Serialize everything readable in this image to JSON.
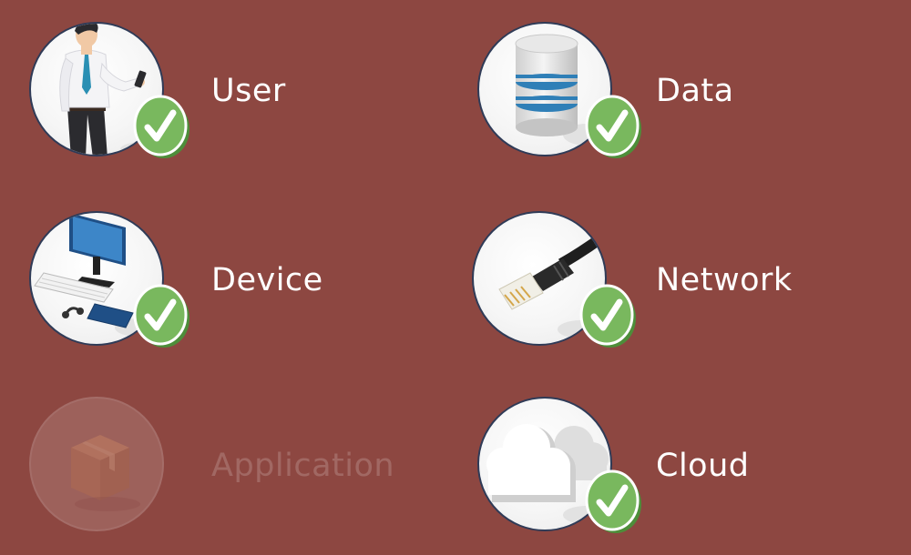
{
  "theme": {
    "background": "#8d4741",
    "label_color": "#ffffff",
    "check_green": "#79b85e",
    "circle_border": "#2f3b57"
  },
  "items": [
    {
      "label": "User",
      "icon": "businessman-icon",
      "status": "checked"
    },
    {
      "label": "Data",
      "icon": "database-icon",
      "status": "checked"
    },
    {
      "label": "Device",
      "icon": "computer-icon",
      "status": "checked"
    },
    {
      "label": "Network",
      "icon": "ethernet-cable-icon",
      "status": "checked"
    },
    {
      "label": "Application",
      "icon": "package-box-icon",
      "status": "disabled"
    },
    {
      "label": "Cloud",
      "icon": "cloud-icon",
      "status": "checked"
    }
  ]
}
